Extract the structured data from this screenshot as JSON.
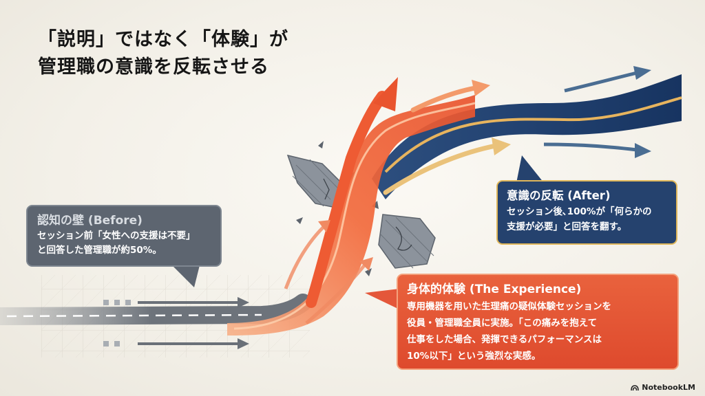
{
  "title": {
    "line1": "「説明」ではなく「体験」が",
    "line2": "管理職の意識を反転させる"
  },
  "before": {
    "heading": "認知の壁 (Before)",
    "line1": "セッション前「女性への支援は不要」",
    "line2": "と回答した管理職が約50%。"
  },
  "after": {
    "heading": "意識の反転 (After)",
    "line1": "セッション後､100%が「何らかの",
    "line2": "支援が必要」と回答を翻す。"
  },
  "experience": {
    "heading": "身体的体験 (The Experience)",
    "line1": "専用機器を用いた生理痛の疑似体験セッションを",
    "line2": "役員・管理職全員に実施。「この痛みを抱えて",
    "line3": "仕事をした場合、発揮できるパフォーマンスは",
    "line4": "10%以下」という強烈な実感。"
  },
  "brand": "NotebookLM",
  "colors": {
    "background": "#f4f1ea",
    "before_box": "#5d6570",
    "after_box": "#25426e",
    "after_border": "#e0b75a",
    "experience_box": "#e4573a",
    "orange_stream": "#f06a3d",
    "blue_stream": "#1f3f6d",
    "gold_accent": "#e7b45e"
  }
}
